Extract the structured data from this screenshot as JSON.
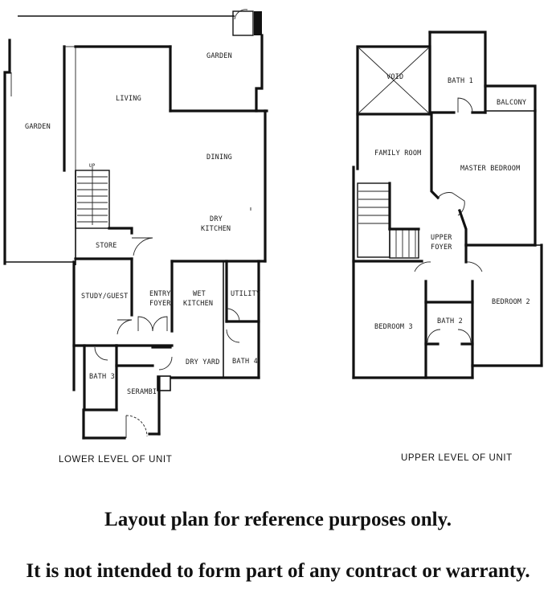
{
  "lower_level": {
    "caption": "LOWER LEVEL OF UNIT",
    "rooms": {
      "garden_top": "GARDEN",
      "garden_left": "GARDEN",
      "living": "LIVING",
      "dining": "DINING",
      "dry_kitchen_1": "DRY",
      "dry_kitchen_2": "KITCHEN",
      "up": "UP",
      "store": "STORE",
      "study_guest": "STUDY/GUEST",
      "entry_foyer_1": "ENTRY",
      "entry_foyer_2": "FOYER",
      "wet_kitchen_1": "WET",
      "wet_kitchen_2": "KITCHEN",
      "utility": "UTILITY",
      "dry_yard": "DRY YARD",
      "bath_4": "BATH 4",
      "bath_3": "BATH 3",
      "serambi": "SERAMBI"
    }
  },
  "upper_level": {
    "caption": "UPPER LEVEL OF UNIT",
    "rooms": {
      "void": "VOID",
      "bath_1": "BATH 1",
      "balcony": "BALCONY",
      "family_room": "FAMILY ROOM",
      "master_bedroom": "MASTER BEDROOM",
      "upper_foyer_1": "UPPER",
      "upper_foyer_2": "FOYER",
      "bedroom_3": "BEDROOM 3",
      "bath_2": "BATH 2",
      "bedroom_2": "BEDROOM 2"
    }
  },
  "notice": {
    "line1": "Layout plan for reference purposes only.",
    "line2": "It is not intended to form part of any contract or warranty."
  }
}
